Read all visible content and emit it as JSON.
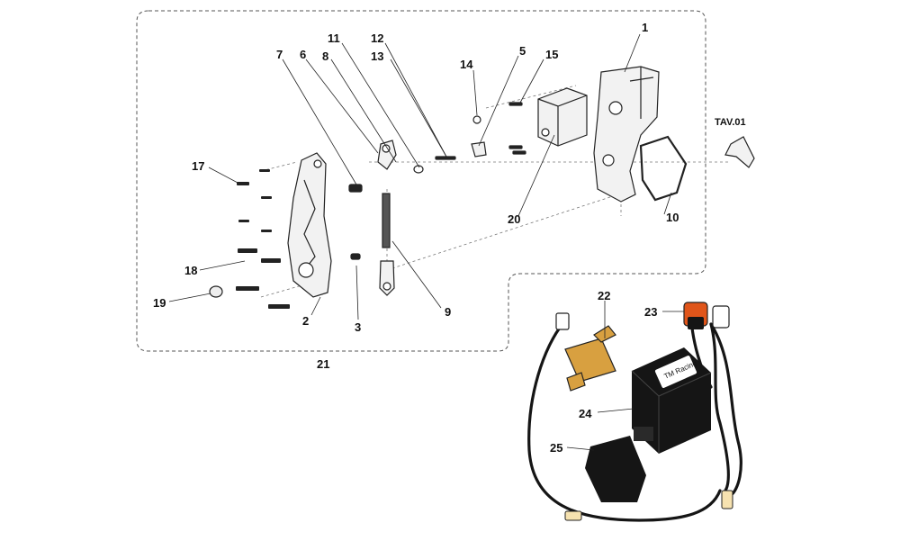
{
  "diagram": {
    "reference_tag": "TAV.01",
    "ecu_label": "TM Racing",
    "callouts": [
      {
        "id": "c1",
        "text": "1"
      },
      {
        "id": "c2",
        "text": "2"
      },
      {
        "id": "c3",
        "text": "3"
      },
      {
        "id": "c5",
        "text": "5"
      },
      {
        "id": "c6",
        "text": "6"
      },
      {
        "id": "c7",
        "text": "7"
      },
      {
        "id": "c8",
        "text": "8"
      },
      {
        "id": "c9",
        "text": "9"
      },
      {
        "id": "c10",
        "text": "10"
      },
      {
        "id": "c11",
        "text": "11"
      },
      {
        "id": "c12",
        "text": "12"
      },
      {
        "id": "c13",
        "text": "13"
      },
      {
        "id": "c14",
        "text": "14"
      },
      {
        "id": "c15",
        "text": "15"
      },
      {
        "id": "c17",
        "text": "17"
      },
      {
        "id": "c18",
        "text": "18"
      },
      {
        "id": "c19",
        "text": "19"
      },
      {
        "id": "c20",
        "text": "20"
      },
      {
        "id": "c21",
        "text": "21"
      },
      {
        "id": "c22",
        "text": "22"
      },
      {
        "id": "c23",
        "text": "23"
      },
      {
        "id": "c24",
        "text": "24"
      },
      {
        "id": "c25",
        "text": "25"
      }
    ],
    "colors": {
      "line": "#111111",
      "part_fill": "#f2f2f2",
      "ecu": "#151515",
      "connector_orange": "#e0551a",
      "bracket_gold": "#d8a040"
    }
  }
}
